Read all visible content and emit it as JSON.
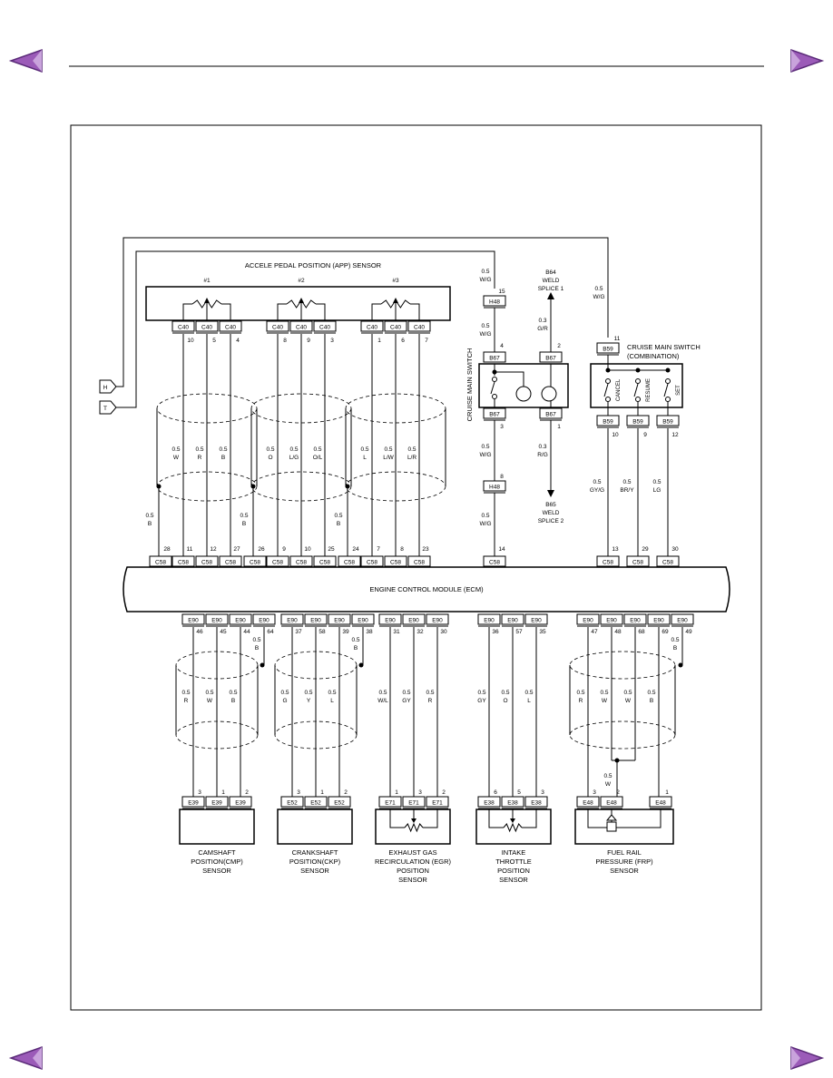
{
  "colors": {
    "nav_arrow": "#9b5bb8",
    "nav_arrow_dark": "#5a2a78",
    "line": "#000000"
  },
  "nav": {
    "prev_icon": "left-arrow-icon",
    "next_icon": "right-arrow-icon"
  },
  "app_sensor": {
    "title": "ACCELE PEDAL POSITION (APP) SENSOR",
    "groups": [
      {
        "label": "#1",
        "pins": [
          "10",
          "5",
          "4"
        ],
        "wires": [
          {
            "g": "0.5",
            "c": "W"
          },
          {
            "g": "0.5",
            "c": "R"
          },
          {
            "g": "0.5",
            "c": "B"
          }
        ],
        "c58": [
          "11",
          "12",
          "27"
        ]
      },
      {
        "label": "#2",
        "pins": [
          "8",
          "9",
          "3"
        ],
        "wires": [
          {
            "g": "0.5",
            "c": "O"
          },
          {
            "g": "0.5",
            "c": "L/G"
          },
          {
            "g": "0.5",
            "c": "O/L"
          }
        ],
        "c58": [
          "9",
          "10",
          "25"
        ]
      },
      {
        "label": "#3",
        "pins": [
          "1",
          "6",
          "7"
        ],
        "wires": [
          {
            "g": "0.5",
            "c": "L"
          },
          {
            "g": "0.5",
            "c": "L/W"
          },
          {
            "g": "0.5",
            "c": "L/R"
          }
        ],
        "c58": [
          "7",
          "8",
          "23"
        ]
      }
    ],
    "conn": "C40",
    "shield_pins": [
      "28",
      "26",
      "24"
    ],
    "shield_wire": {
      "g": "0.5",
      "c": "B"
    }
  },
  "offpage": [
    "H",
    "T"
  ],
  "cruise_main": {
    "title": "CRUISE MAIN SWITCH",
    "h48": "H48",
    "h48_top_pin": "15",
    "h48_bottom_pin": "8",
    "b67": "B67",
    "pins": {
      "top_left": "4",
      "top_right": "2",
      "bottom_left": "3",
      "bottom_right": "1"
    },
    "wire_top": {
      "g": "0.5",
      "c": "W/G"
    },
    "wire_mid1": {
      "g": "0.5",
      "c": "W/G"
    },
    "wire_mid2": {
      "g": "0.5",
      "c": "W/G"
    },
    "wire_bottom": {
      "g": "0.5",
      "c": "W/G"
    },
    "c58_pin": "14",
    "splice1": {
      "name": "B64",
      "line1": "WELD",
      "line2": "SPLICE 1",
      "wire": {
        "g": "0.3",
        "c": "G/R"
      }
    },
    "splice2": {
      "name": "B65",
      "line1": "WELD",
      "line2": "SPLICE 2",
      "wire": {
        "g": "0.3",
        "c": "R/G"
      }
    }
  },
  "cruise_combo": {
    "title1": "CRUISE MAIN SWITCH",
    "title2": "(COMBINATION)",
    "b59": "B59",
    "top_pin": "11",
    "top_wire": {
      "g": "0.5",
      "c": "W/G"
    },
    "switches": [
      "CANCEL",
      "RESUME",
      "SET"
    ],
    "pins": [
      "10",
      "9",
      "12"
    ],
    "wires": [
      {
        "g": "0.5",
        "c": "GY/G"
      },
      {
        "g": "0.5",
        "c": "BR/Y"
      },
      {
        "g": "0.5",
        "c": "LG"
      }
    ],
    "c58": [
      "13",
      "29",
      "30"
    ]
  },
  "ecm": {
    "label": "ENGINE CONTROL MODULE (ECM)",
    "top_conn": "C58",
    "bottom_conn": "E90"
  },
  "sensors": [
    {
      "conn": "E39",
      "e90": [
        "46",
        "45",
        "44",
        "64"
      ],
      "wires": [
        {
          "g": "0.5",
          "c": "R"
        },
        {
          "g": "0.5",
          "c": "W"
        },
        {
          "g": "0.5",
          "c": "B"
        }
      ],
      "shield": {
        "g": "0.5",
        "c": "B"
      },
      "pins": [
        "3",
        "1",
        "2"
      ],
      "name": [
        "CAMSHAFT",
        "POSITION(CMP)",
        "SENSOR"
      ]
    },
    {
      "conn": "E52",
      "e90": [
        "37",
        "58",
        "39",
        "38"
      ],
      "wires": [
        {
          "g": "0.5",
          "c": "G"
        },
        {
          "g": "0.5",
          "c": "Y"
        },
        {
          "g": "0.5",
          "c": "L"
        }
      ],
      "shield": {
        "g": "0.5",
        "c": "B"
      },
      "pins": [
        "3",
        "1",
        "2"
      ],
      "name": [
        "CRANKSHAFT",
        "POSITION(CKP)",
        "SENSOR"
      ]
    },
    {
      "conn": "E71",
      "e90": [
        "31",
        "32",
        "30"
      ],
      "wires": [
        {
          "g": "0.5",
          "c": "W/L"
        },
        {
          "g": "0.5",
          "c": "GY"
        },
        {
          "g": "0.5",
          "c": "R"
        }
      ],
      "pins": [
        "1",
        "3",
        "2"
      ],
      "name": [
        "EXHAUST GAS",
        "RECIRCULATION (EGR)",
        "POSITION",
        "SENSOR"
      ]
    },
    {
      "conn": "E38",
      "e90": [
        "36",
        "57",
        "35"
      ],
      "wires": [
        {
          "g": "0.5",
          "c": "GY"
        },
        {
          "g": "0.5",
          "c": "O"
        },
        {
          "g": "0.5",
          "c": "L"
        }
      ],
      "pins": [
        "6",
        "5",
        "3"
      ],
      "name": [
        "INTAKE",
        "THROTTLE",
        "POSITION",
        "SENSOR"
      ]
    },
    {
      "conn": "E48",
      "e90": [
        "47",
        "48",
        "68",
        "69",
        "49"
      ],
      "wires": [
        {
          "g": "0.5",
          "c": "R"
        },
        {
          "g": "0.5",
          "c": "W"
        },
        {
          "g": "0.5",
          "c": "W"
        },
        {
          "g": "0.5",
          "c": "B"
        }
      ],
      "shield": {
        "g": "0.5",
        "c": "B"
      },
      "merge_wire": {
        "g": "0.5",
        "c": "W"
      },
      "pins": [
        "3",
        "2",
        "1"
      ],
      "name": [
        "FUEL RAIL",
        "PRESSURE (FRP)",
        "SENSOR"
      ]
    }
  ]
}
